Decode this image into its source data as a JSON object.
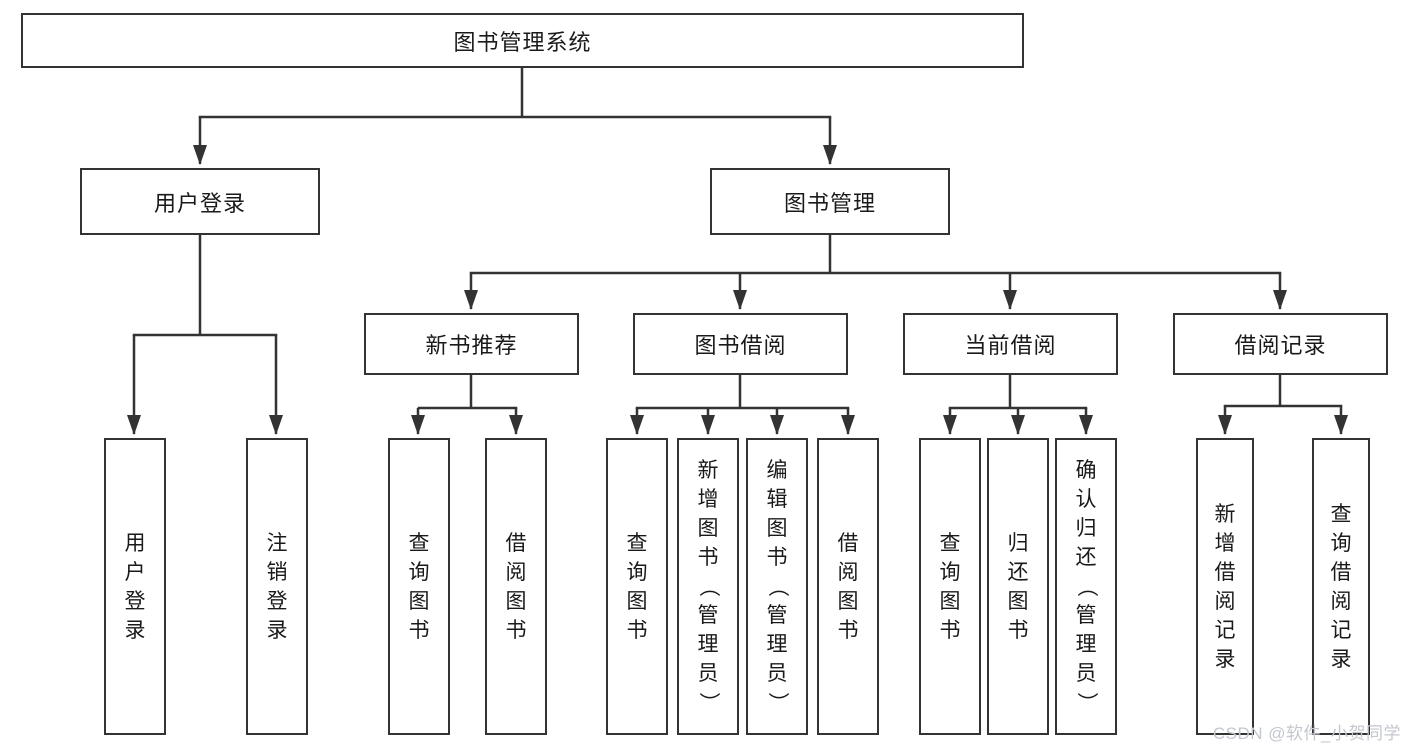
{
  "colors": {
    "line": "#333333",
    "text": "#1a1a1a",
    "watermark": "#c3c7ce",
    "box_fill": "#ffffff"
  },
  "watermark": {
    "text": "CSDN @软件_小贺同学"
  },
  "nodes": {
    "root": {
      "label": "图书管理系统"
    },
    "level2": {
      "user_login": {
        "label": "用户登录"
      },
      "book_mgmt": {
        "label": "图书管理"
      }
    },
    "level3": {
      "new_book_rec": {
        "label": "新书推荐"
      },
      "book_borrow": {
        "label": "图书借阅"
      },
      "current_borrow": {
        "label": "当前借阅"
      },
      "borrow_record": {
        "label": "借阅记录"
      }
    },
    "leaves": {
      "user_login": {
        "label": "用户登录"
      },
      "logout": {
        "label": "注销登录"
      },
      "nb_query_book": {
        "label": "查询图书"
      },
      "nb_borrow_book": {
        "label": "借阅图书"
      },
      "bb_query_book": {
        "label": "查询图书"
      },
      "bb_add_book": {
        "label": "新增图书（管理员）"
      },
      "bb_edit_book": {
        "label": "编辑图书（管理员）"
      },
      "bb_borrow_book": {
        "label": "借阅图书"
      },
      "cb_query_book": {
        "label": "查询图书"
      },
      "cb_return_book": {
        "label": "归还图书"
      },
      "cb_confirm_return": {
        "label": "确认归还（管理员）"
      },
      "br_add_record": {
        "label": "新增借阅记录"
      },
      "br_query_record": {
        "label": "查询借阅记录"
      }
    }
  }
}
